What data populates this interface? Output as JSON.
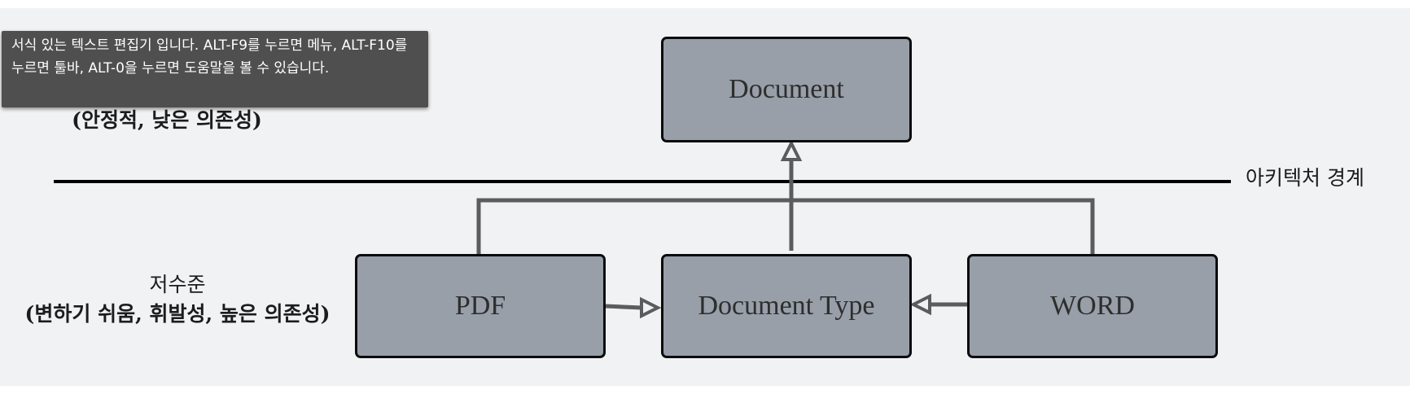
{
  "tooltip": {
    "text": "서식 있는 텍스트 편집기 입니다. ALT-F9를 누르면 메뉴, ALT-F10를 누르면 툴바, ALT-0을 누르면 도움말을 볼 수 있습니다."
  },
  "diagram": {
    "high_level_label_line2": "(안정적, 낮은 의존성)",
    "low_level_label_line1": "저수준",
    "low_level_label_line2": "(변하기 쉬움, 휘발성, 높은 의존성)",
    "boundary_label": "아키텍처 경계",
    "nodes": {
      "document": "Document",
      "pdf": "PDF",
      "document_type": "Document Type",
      "word": "WORD"
    }
  },
  "colors": {
    "background": "#f1f2f4",
    "box_fill": "#989fa9",
    "box_border": "#0c0c0c",
    "connector": "#5c5c5c",
    "tooltip_bg": "#4f4f4f"
  }
}
